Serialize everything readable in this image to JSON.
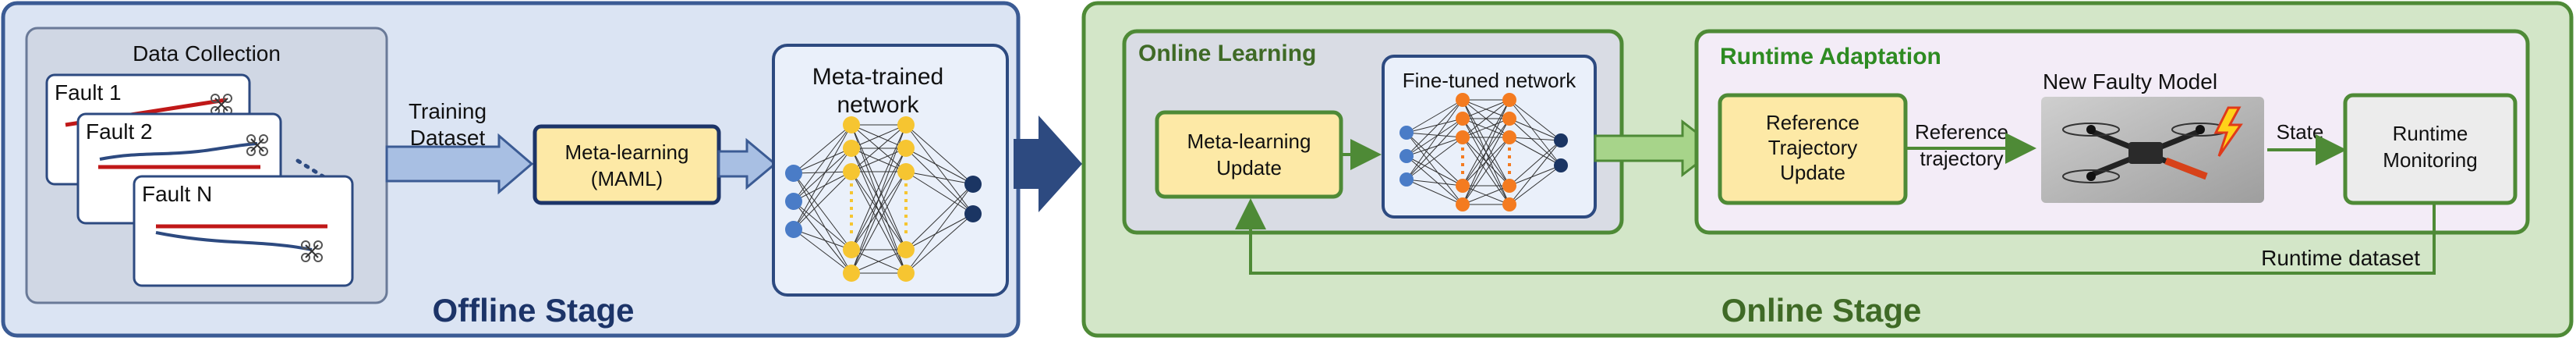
{
  "offline": {
    "stage_label": "Offline Stage",
    "data_collection": {
      "title": "Data Collection",
      "faults": [
        "Fault 1",
        "Fault 2",
        "Fault N"
      ]
    },
    "training_label_line1": "Training",
    "training_label_line2": "Dataset",
    "meta_learning_line1": "Meta-learning",
    "meta_learning_line2": "(MAML)",
    "meta_trained_line1": "Meta-trained",
    "meta_trained_line2": "network"
  },
  "online": {
    "stage_label": "Online Stage",
    "online_learning": {
      "title": "Online Learning",
      "update_line1": "Meta-learning",
      "update_line2": "Update",
      "finetuned_title": "Fine-tuned network"
    },
    "runtime_adaptation": {
      "title": "Runtime Adaptation",
      "ref_line1": "Reference",
      "ref_line2": "Trajectory",
      "ref_line3": "Update",
      "ref_traj_line1": "Reference",
      "ref_traj_line2": "trajectory",
      "faulty_model": "New Faulty Model",
      "state": "State",
      "monitor_line1": "Runtime",
      "monitor_line2": "Monitoring"
    },
    "runtime_dataset": "Runtime dataset"
  },
  "colors": {
    "offline_fill": "#dbe4f3",
    "offline_border": "#3b5b94",
    "online_fill": "#d3e6c8",
    "online_border": "#4e8a36",
    "runtime_fill": "#f3ecf7",
    "highlight_box": "#fde9a6",
    "node_blue": "#4a7cc7",
    "node_yellow": "#f6c531",
    "node_orange": "#f47b20",
    "node_navy": "#1b3563",
    "stage_text_offline": "#1c3468",
    "stage_text_online": "#3f6a26"
  }
}
